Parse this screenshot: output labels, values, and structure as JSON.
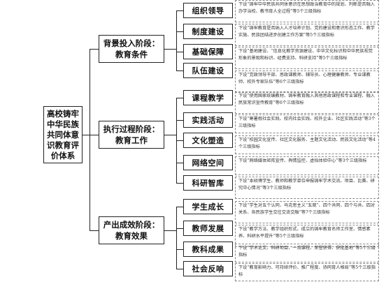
{
  "root": {
    "label": "高校铸牢中华民族共同体意识教育评价体系"
  },
  "stages": [
    {
      "title": "背景投入阶段：",
      "subtitle": "教育条件",
      "items": [
        {
          "label": "组织领导",
          "desc": "下设“铸牢中华民族共同体意识在思想政治教育中的规划、判断是否融入办学治校、教书育人全过程”等5个三级指标"
        },
        {
          "label": "制度建设",
          "desc": "下设“铸牢教育是否纳入人才培养计划、党的建设和意识形态工作、教学实施、民族团结进步创建工作方案”等5个三级指标"
        },
        {
          "label": "基础保障",
          "desc": "下设“基地建设、“信息化教学资源建设、中华文化标识和中华民族视觉形象的景观和标识、经费支持、科研支持”等5个三级指标"
        },
        {
          "label": "队伍建设",
          "desc": "下设“党政领导干部、思政课教师、辅导员、心理健康教师、专业课教师、校外专家队伍”等6个三级指标"
        }
      ]
    },
    {
      "title": "执行过程阶段：",
      "subtitle": "教育工作",
      "items": [
        {
          "label": "课程教学",
          "desc": "下设“使用国家统编教材、铸牢教育融入其他思政课程和专业课程、融入民族常识宣传教育”等6个三级指标"
        },
        {
          "label": "实践活动",
          "desc": "下设“寒暑假社会实践、校内社会实践、校外企业、社区实践活动”等3个三级指标"
        },
        {
          "label": "文化塑造",
          "desc": "下设“校园文化宣传、社区文化服务、主题文化活动、民族文化活动”等4个三级指标"
        },
        {
          "label": "网络空间",
          "desc": "下设“网络媒体矩阵宣传、舆情监控、虚拟体验中心”等3个三级指标"
        },
        {
          "label": "科研智库",
          "desc": "下设“本硕博学生、教师和教学单位申报铸牢学术交流、项目、比赛、研究中心情况”等3个三级指标"
        }
      ]
    },
    {
      "title": "产出成效阶段：",
      "subtitle": "教育效果",
      "items": [
        {
          "label": "学生成长",
          "desc": "下设“学生对五个认同、马克思主义“五观”、四个共同、四个与共、四对关系、各民族学生交往交流交融”等7个三级指标"
        },
        {
          "label": "教师发展",
          "desc": "下设“教学方法、教学组织形式、成立的铸牢教育名师工作室、情感素养、科研水平提升”等5个三级指标"
        },
        {
          "label": "教科成果",
          "desc": "下设“学术论文、科研项目、一流课程、荣誉获得、获批基地”等5个三级指标"
        },
        {
          "label": "社会反响",
          "desc": "下设“教育影响力、可持续评价、推广程度、协同育人格局”等5个三级指标"
        }
      ]
    }
  ]
}
